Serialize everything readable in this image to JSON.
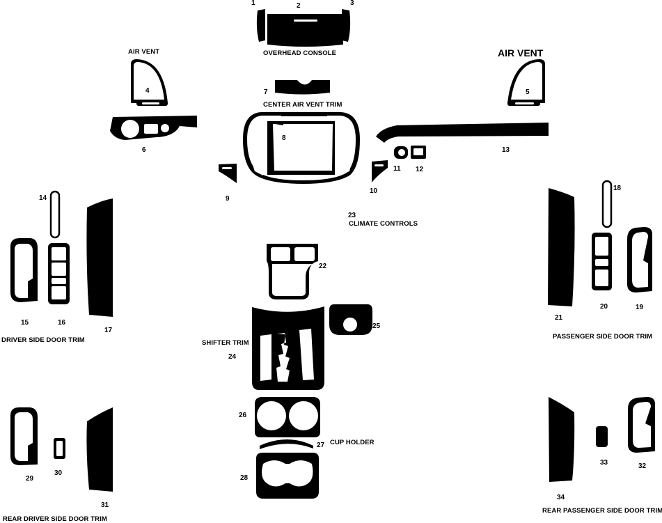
{
  "pieces": {
    "p1": "1",
    "p2": "2",
    "p3": "3",
    "p4": "4",
    "p5": "5",
    "p6": "6",
    "p7": "7",
    "p8": "8",
    "p9": "9",
    "p10": "10",
    "p11": "11",
    "p12": "12",
    "p13": "13",
    "p14": "14",
    "p15": "15",
    "p16": "16",
    "p17": "17",
    "p18": "18",
    "p19": "19",
    "p20": "20",
    "p21": "21",
    "p22": "22",
    "p23": "23",
    "p24": "24",
    "p25": "25",
    "p26": "26",
    "p27": "27",
    "p28": "28",
    "p29": "29",
    "p30": "30",
    "p31": "31",
    "p32": "32",
    "p33": "33",
    "p34": "34"
  },
  "captions": {
    "overhead_console": "OVERHEAD CONSOLE",
    "air_vent_left": "AIR VENT",
    "air_vent_right": "AIR VENT",
    "center_air_vent_trim": "CENTER AIR VENT TRIM",
    "climate_controls": "CLIMATE CONTROLS",
    "driver_side_door_trim": "DRIVER SIDE DOOR TRIM",
    "passenger_side_door_trim": "PASSENGER SIDE DOOR TRIM",
    "shifter_trim": "SHIFTER TRIM",
    "cup_holder": "CUP HOLDER",
    "rear_driver_side_door_trim": "REAR DRIVER SIDE DOOR TRIM",
    "rear_passenger_side_door_trim": "REAR PASSENGER SIDE DOOR TRIM"
  }
}
